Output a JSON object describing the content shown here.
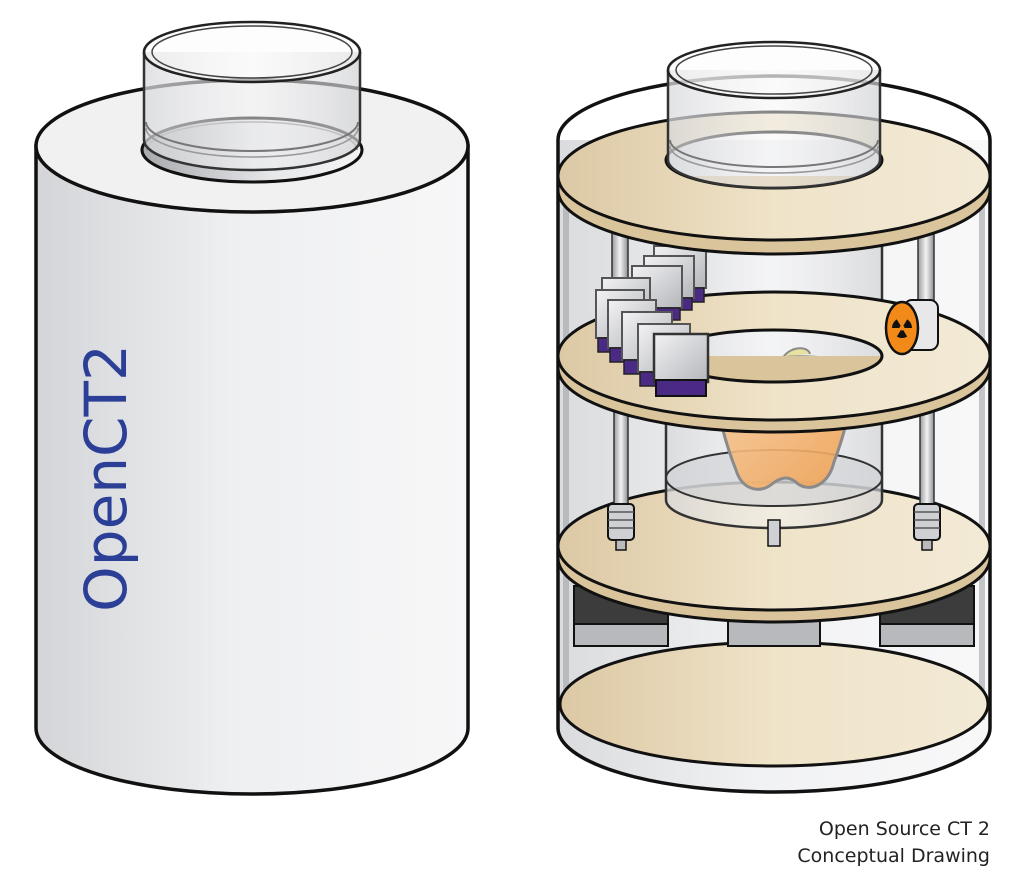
{
  "exterior": {
    "label": "OpenCT2",
    "label_color": "#2b3f96"
  },
  "caption": {
    "line1": "Open Source CT 2",
    "line2": "Conceptual Drawing"
  },
  "colors": {
    "shell": "#e3e4e6",
    "platter": "#ede0c4",
    "sample": "#f2a760",
    "detector": "#4b2a86",
    "xray_source": "#f28a1a",
    "motor": "#3c3c3c"
  },
  "icons": [
    "radiation-icon"
  ]
}
